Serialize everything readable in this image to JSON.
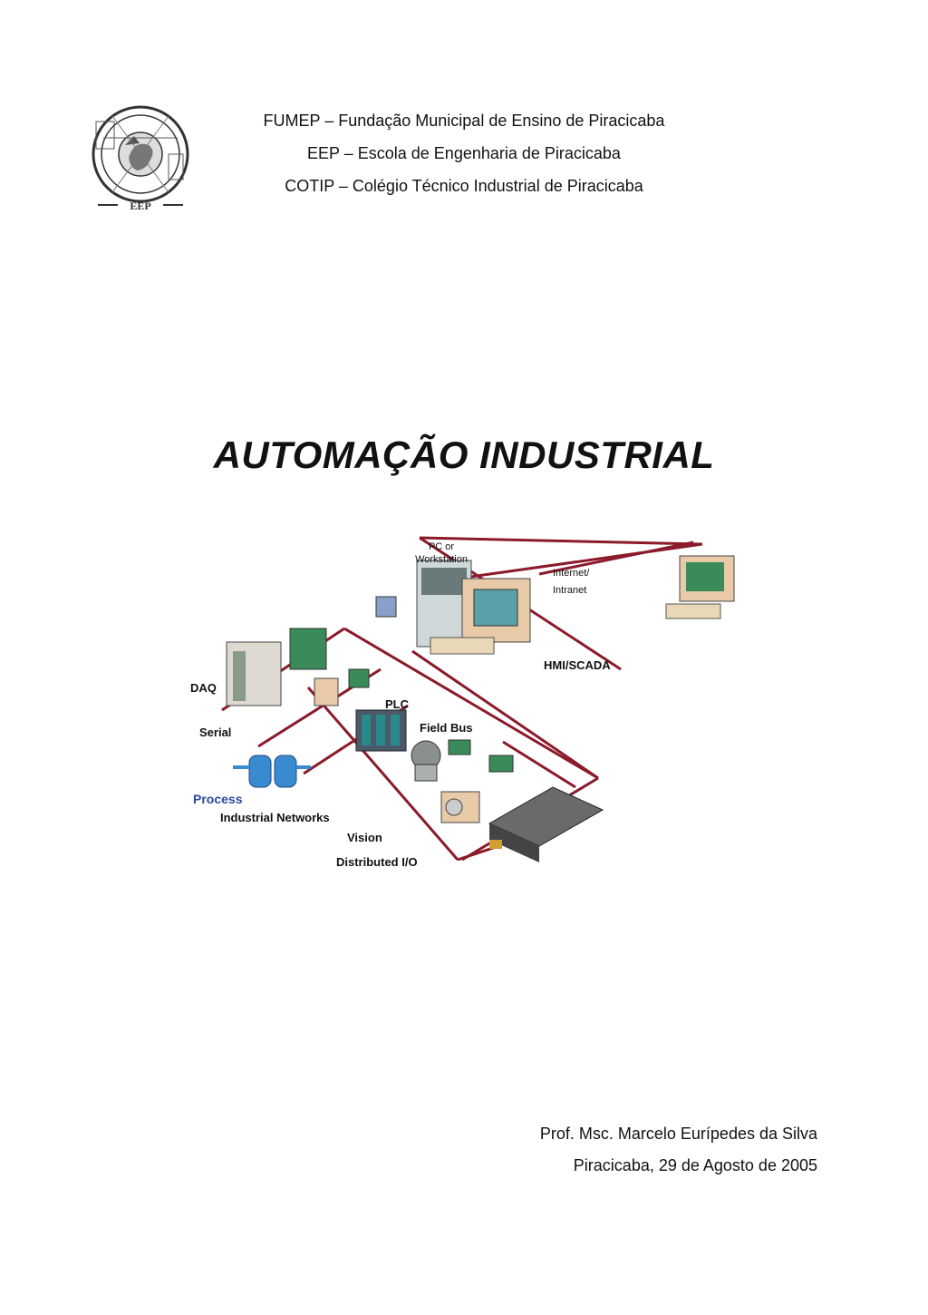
{
  "header": {
    "logo_text": "EEP",
    "institutions": [
      "FUMEP – Fundação Municipal de Ensino de Piracicaba",
      "EEP – Escola de Engenharia de Piracicaba",
      "COTIP – Colégio Técnico Industrial de Piracicaba"
    ]
  },
  "title": "AUTOMAÇÃO INDUSTRIAL",
  "diagram": {
    "labels": {
      "pc": "PC or",
      "workstation": "Workstation",
      "internet": "Internet/",
      "intranet": "Intranet",
      "hmi": "HMI/SCADA",
      "daq": "DAQ",
      "plc": "PLC",
      "fieldbus": "Field Bus",
      "serial": "Serial",
      "process": "Process",
      "industrial_networks": "Industrial Networks",
      "vision": "Vision",
      "distributed_io": "Distributed I/O"
    },
    "colors": {
      "network": "#8b1a2a",
      "process_label": "#2a4a9a"
    }
  },
  "footer": {
    "author": "Prof. Msc. Marcelo Eurípedes da Silva",
    "place_date": "Piracicaba, 29 de Agosto de 2005"
  }
}
